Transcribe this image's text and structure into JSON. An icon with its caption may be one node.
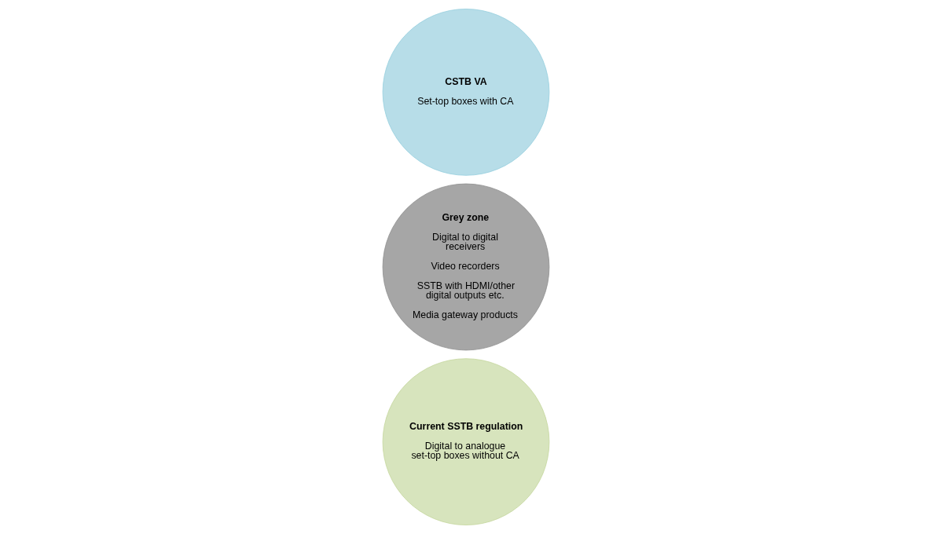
{
  "diagram": {
    "nodes": [
      {
        "text": [
          "Current SSTB regulation",
          "Digital to analogue set-top boxes without CA"
        ]
      },
      {
        "text": [
          "Grey zone",
          "Digital to digital receivers",
          "Video recorders",
          "SSTB with HDMI/other digital outputs etc.",
          "Media gateway products"
        ]
      },
      {
        "text": [
          "CSTB VA",
          "Set-top boxes with CA"
        ]
      }
    ],
    "edges": []
  }
}
